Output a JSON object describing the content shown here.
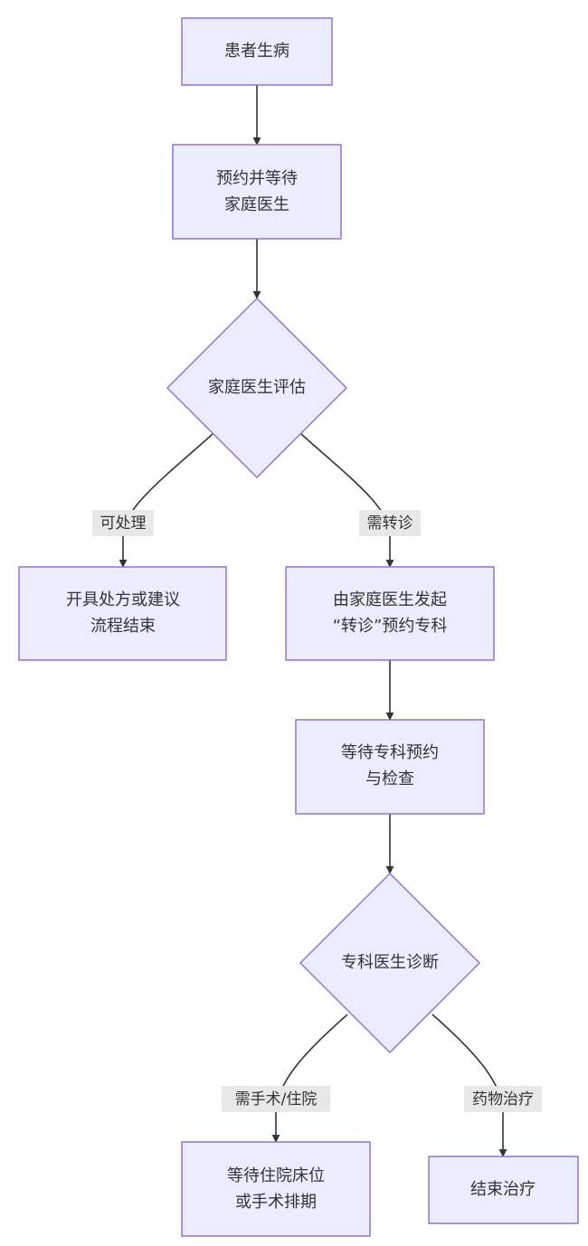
{
  "nodes": {
    "sick": {
      "lines": [
        "患者生病"
      ]
    },
    "wait_gp": {
      "lines": [
        "预约并等待",
        "家庭医生"
      ]
    },
    "gp_eval": {
      "lines": [
        "家庭医生评估"
      ]
    },
    "prescribe": {
      "lines": [
        "开具处方或建议",
        "流程结束"
      ]
    },
    "referral": {
      "lines": [
        "由家庭医生发起",
        "“转诊”预约专科"
      ]
    },
    "wait_spec": {
      "lines": [
        "等待专科预约",
        "与检查"
      ]
    },
    "spec_diag": {
      "lines": [
        "专科医生诊断"
      ]
    },
    "wait_bed": {
      "lines": [
        "等待住院床位",
        "或手术排期"
      ]
    },
    "end_treat": {
      "lines": [
        "结束治疗"
      ]
    }
  },
  "edge_labels": {
    "can_handle": "可处理",
    "need_referral": "需转诊",
    "need_surgery": "需手术/住院",
    "medication": "药物治疗"
  },
  "colors": {
    "node_fill": "#ececff",
    "node_stroke": "#9370db",
    "edge": "#333333",
    "label_bg": "#e8e8e8",
    "text": "#333333"
  }
}
